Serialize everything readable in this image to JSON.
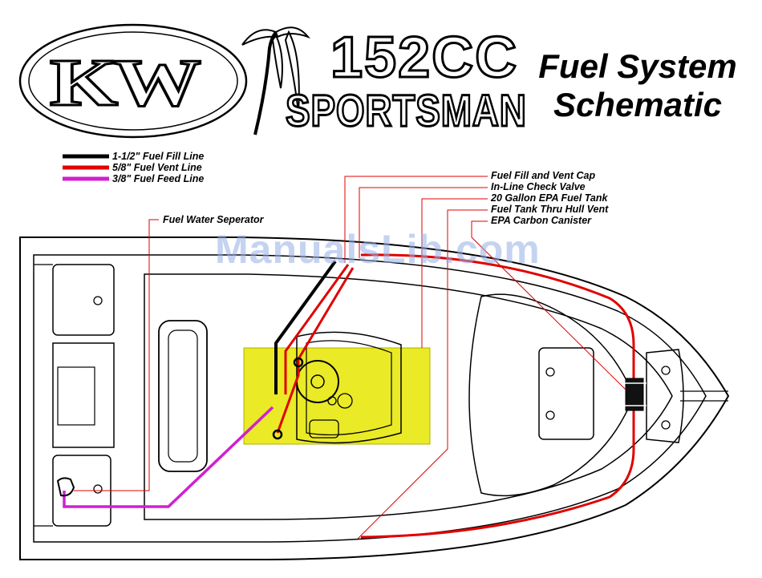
{
  "header": {
    "title_line1": "Fuel System",
    "title_line2": "Schematic",
    "brand": "KW",
    "model_number": "152CC",
    "model_name": "SPORTSMAN"
  },
  "legend": [
    {
      "label": "1-1/2\" Fuel Fill Line",
      "color": "#000000"
    },
    {
      "label": "5/8\" Fuel Vent Line",
      "color": "#e00000"
    },
    {
      "label": "3/8\" Fuel Feed Line",
      "color": "#d020d0"
    }
  ],
  "callouts": [
    {
      "label": "Fuel Fill and Vent Cap"
    },
    {
      "label": "In-Line Check Valve"
    },
    {
      "label": "20 Gallon EPA Fuel Tank"
    },
    {
      "label": "Fuel Tank Thru Hull Vent"
    },
    {
      "label": "EPA Carbon Canister"
    },
    {
      "label": "Fuel Water Seperator"
    }
  ],
  "watermark": "ManualsLib.com",
  "colors": {
    "fuel_tank": "#e6e600",
    "fill_line": "#000000",
    "vent_line": "#e00000",
    "feed_line": "#d020d0",
    "leader_line": "#e00000"
  }
}
